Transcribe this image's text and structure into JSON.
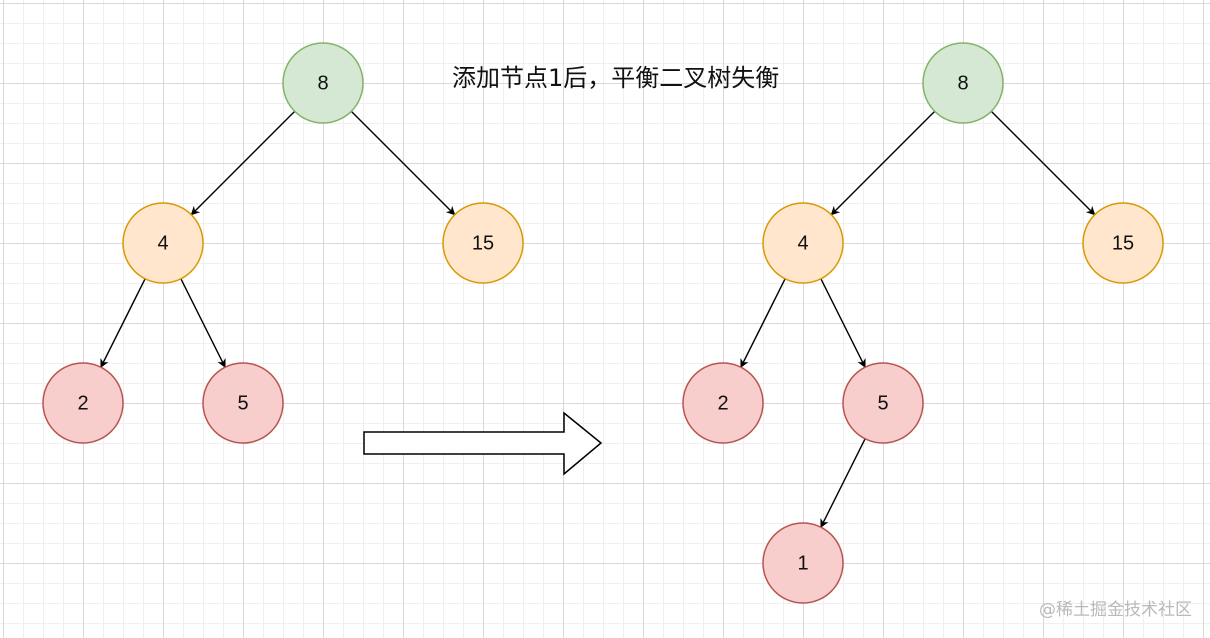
{
  "title": "添加节点1后，平衡二叉树失衡",
  "watermark": "@稀土掘金技术社区",
  "colors": {
    "green_fill": "#d5e8d4",
    "green_stroke": "#82b366",
    "orange_fill": "#ffe6cc",
    "orange_stroke": "#d79b00",
    "red_fill": "#f8cecc",
    "red_stroke": "#b85450"
  },
  "trees": {
    "before": {
      "nodes": [
        {
          "id": "8",
          "label": "8",
          "color": "green"
        },
        {
          "id": "4",
          "label": "4",
          "color": "orange"
        },
        {
          "id": "15",
          "label": "15",
          "color": "orange"
        },
        {
          "id": "2",
          "label": "2",
          "color": "red"
        },
        {
          "id": "5",
          "label": "5",
          "color": "red"
        }
      ],
      "edges": [
        [
          "8",
          "4"
        ],
        [
          "8",
          "15"
        ],
        [
          "4",
          "2"
        ],
        [
          "4",
          "5"
        ]
      ]
    },
    "after": {
      "nodes": [
        {
          "id": "8",
          "label": "8",
          "color": "green"
        },
        {
          "id": "4",
          "label": "4",
          "color": "orange"
        },
        {
          "id": "15",
          "label": "15",
          "color": "orange"
        },
        {
          "id": "2",
          "label": "2",
          "color": "red"
        },
        {
          "id": "5",
          "label": "5",
          "color": "red"
        },
        {
          "id": "1",
          "label": "1",
          "color": "red"
        }
      ],
      "edges": [
        [
          "8",
          "4"
        ],
        [
          "8",
          "15"
        ],
        [
          "4",
          "2"
        ],
        [
          "4",
          "5"
        ],
        [
          "5",
          "1"
        ]
      ]
    }
  }
}
